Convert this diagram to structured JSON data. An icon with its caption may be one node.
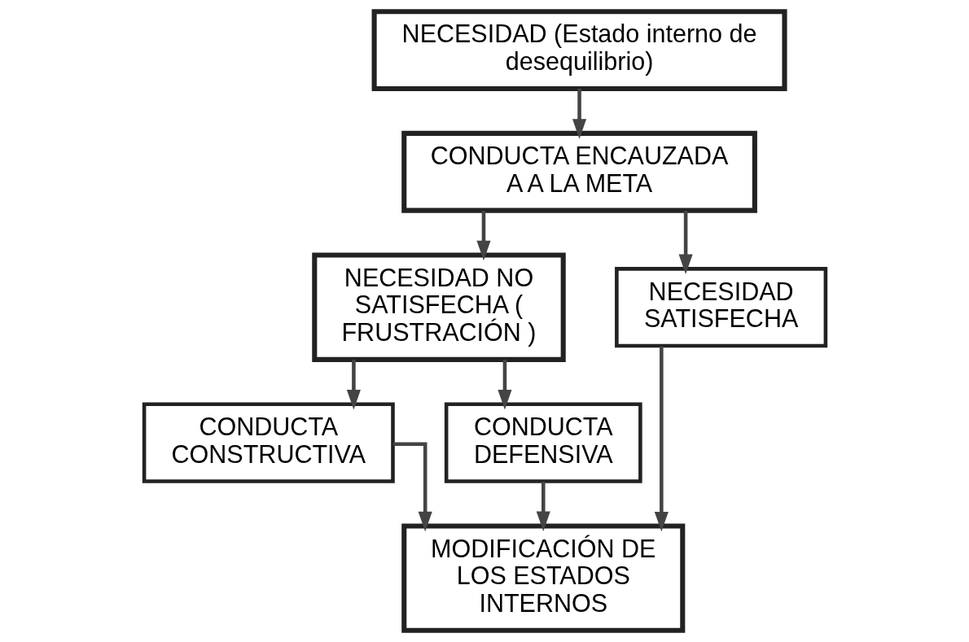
{
  "diagram": {
    "nodes": [
      {
        "text": [
          "NECESIDAD (Estado interno de desequilibrio)"
        ]
      },
      {
        "text": [
          "CONDUCTA ENCAUZADA A A LA META"
        ]
      },
      {
        "text": [
          "NECESIDAD NO SATISFECHA ( FRUSTRACIÓN )"
        ]
      },
      {
        "text": [
          "NECESIDAD SATISFECHA"
        ]
      },
      {
        "text": [
          "CONDUCTA CONSTRUCTIVA"
        ]
      },
      {
        "text": [
          "CONDUCTA DEFENSIVA"
        ]
      },
      {
        "text": [
          "MODIFICACIÓN DE LOS ESTADOS INTERNOS"
        ]
      }
    ],
    "edges": [
      {
        "from": 0,
        "to": 1,
        "arrow": "to"
      },
      {
        "from": 1,
        "to": 2,
        "arrow": "to"
      },
      {
        "from": 1,
        "to": 3,
        "arrow": "to"
      },
      {
        "from": 2,
        "to": 4,
        "arrow": "to"
      },
      {
        "from": 2,
        "to": 5,
        "arrow": "to"
      },
      {
        "from": 4,
        "to": 6,
        "arrow": "to"
      },
      {
        "from": 5,
        "to": 6,
        "arrow": "to"
      },
      {
        "from": 3,
        "to": 6,
        "arrow": "to"
      }
    ]
  }
}
